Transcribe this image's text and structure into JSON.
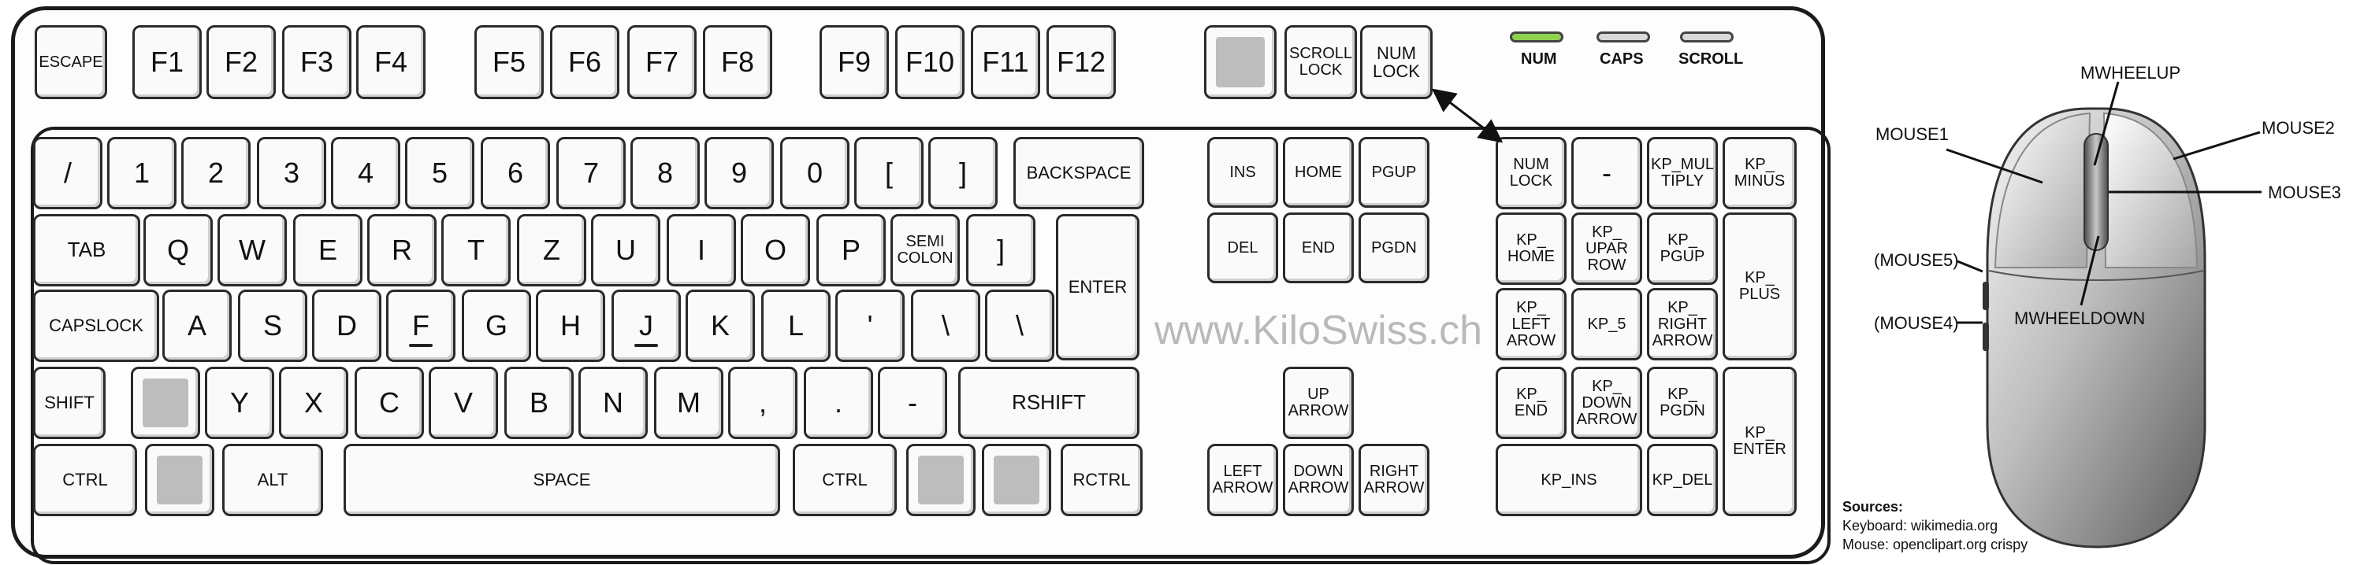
{
  "keyboard": {
    "fn_row": [
      "ESCAPE",
      "F1",
      "F2",
      "F3",
      "F4",
      "F5",
      "F6",
      "F7",
      "F8",
      "F9",
      "F10",
      "F11",
      "F12"
    ],
    "lock_keys": [
      "SCROLL\nLOCK",
      "NUM\nLOCK"
    ],
    "leds": [
      {
        "label": "NUM",
        "color": "#8fd14f"
      },
      {
        "label": "CAPS",
        "color": "#d9d9d9"
      },
      {
        "label": "SCROLL",
        "color": "#d9d9d9"
      }
    ],
    "row1": [
      "/",
      "1",
      "2",
      "3",
      "4",
      "5",
      "6",
      "7",
      "8",
      "9",
      "0",
      "[",
      "]",
      "BACKSPACE"
    ],
    "row2": [
      "TAB",
      "Q",
      "W",
      "E",
      "R",
      "T",
      "Z",
      "U",
      "I",
      "O",
      "P",
      "SEMI\nCOLON",
      "]",
      "ENTER"
    ],
    "row3": [
      "CAPSLOCK",
      "A",
      "S",
      "D",
      "F",
      "G",
      "H",
      "J",
      "K",
      "L",
      "'",
      "\\",
      "\\"
    ],
    "row4": [
      "SHIFT",
      "Y",
      "X",
      "C",
      "V",
      "B",
      "N",
      "M",
      ",",
      ".",
      "-",
      "RSHIFT"
    ],
    "row5": [
      "CTRL",
      "ALT",
      "SPACE",
      "CTRL",
      "RCTRL"
    ],
    "nav": [
      "INS",
      "HOME",
      "PGUP",
      "DEL",
      "END",
      "PGDN"
    ],
    "arrows": [
      "UP\nARROW",
      "LEFT\nARROW",
      "DOWN\nARROW",
      "RIGHT\nARROW"
    ],
    "keypad": [
      "NUM\nLOCK",
      "-",
      "KP_MUL\nTIPLY",
      "KP_\nMINUS",
      "KP_\nHOME",
      "KP_\nUPAR\nROW",
      "KP_\nPGUP",
      "KP_\nPLUS",
      "KP_\nLEFT\nAROW",
      "KP_5",
      "KP_\nRIGHT\nARROW",
      "KP_\nEND",
      "KP_\nDOWN\nARROW",
      "KP_\nPGDN",
      "KP_\nENTER",
      "KP_INS",
      "KP_DEL"
    ]
  },
  "watermark": "www.KiloSwiss.ch",
  "mouse": {
    "labels": [
      "MOUSE1",
      "MWHEELUP",
      "MOUSE2",
      "MOUSE3",
      "(MOUSE5)",
      "(MOUSE4)",
      "MWHEELDOWN"
    ]
  },
  "sources": {
    "header": "Sources:",
    "keyboard": "Keyboard: wikimedia.org",
    "mouse": "Mouse: openclipart.org crispy"
  }
}
